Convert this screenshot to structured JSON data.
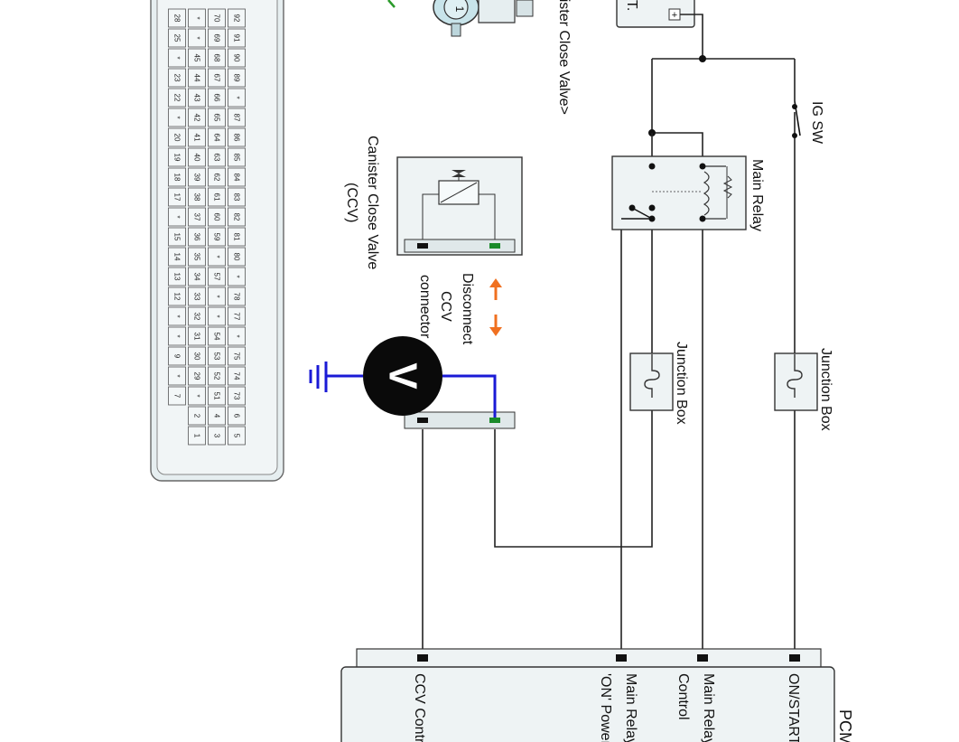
{
  "labels": {
    "pcm": "PCM",
    "on_start": "ON/START",
    "main_relay_control_1": "Main Relay",
    "main_relay_control_2": "Control",
    "main_relay_on_1": "Main Relay",
    "main_relay_on_2": "'ON' Power",
    "ccv_control": "CCV Control",
    "ig_sw": "IG SW",
    "main_relay": "Main Relay",
    "junction_box_1": "Junction Box",
    "junction_box_2": "Junction Box",
    "batt": "BATT.",
    "canister_close_valve_1": "Canister Close Valve",
    "canister_close_valve_2": "(CCV)",
    "disconnect_1": "Disconnect",
    "disconnect_2": "CCV",
    "disconnect_3": "connector",
    "valve_title": "<Canister Close Valve>",
    "meter_symbol": "V"
  },
  "pin_grid": [
    [
      "92",
      "91",
      "90",
      "89",
      "*",
      "87",
      "86",
      "85",
      "84",
      "83",
      "82",
      "81",
      "80",
      "*",
      "78",
      "77",
      "*",
      "75",
      "74",
      "73",
      "6",
      "5"
    ],
    [
      "70",
      "69",
      "68",
      "67",
      "66",
      "65",
      "64",
      "63",
      "62",
      "61",
      "60",
      "59",
      "*",
      "57",
      "*",
      "*",
      "54",
      "53",
      "52",
      "51",
      "4",
      "3"
    ],
    [
      "*",
      "*",
      "45",
      "44",
      "43",
      "42",
      "41",
      "40",
      "39",
      "38",
      "37",
      "36",
      "35",
      "34",
      "33",
      "32",
      "31",
      "30",
      "29",
      "*",
      "2",
      "1"
    ],
    [
      "28",
      "25",
      "*",
      "23",
      "22",
      "*",
      "20",
      "19",
      "18",
      "17",
      "*",
      "15",
      "14",
      "13",
      "12",
      "*",
      "*",
      "9",
      "*",
      "7",
      "",
      ""
    ]
  ],
  "highlighted_pin": "91",
  "colors": {
    "meter_wire": "#1a1ad6",
    "arrow": "#f07020",
    "pin_highlight": "#9fd0e8",
    "pin_green": "#1a8a2a"
  }
}
